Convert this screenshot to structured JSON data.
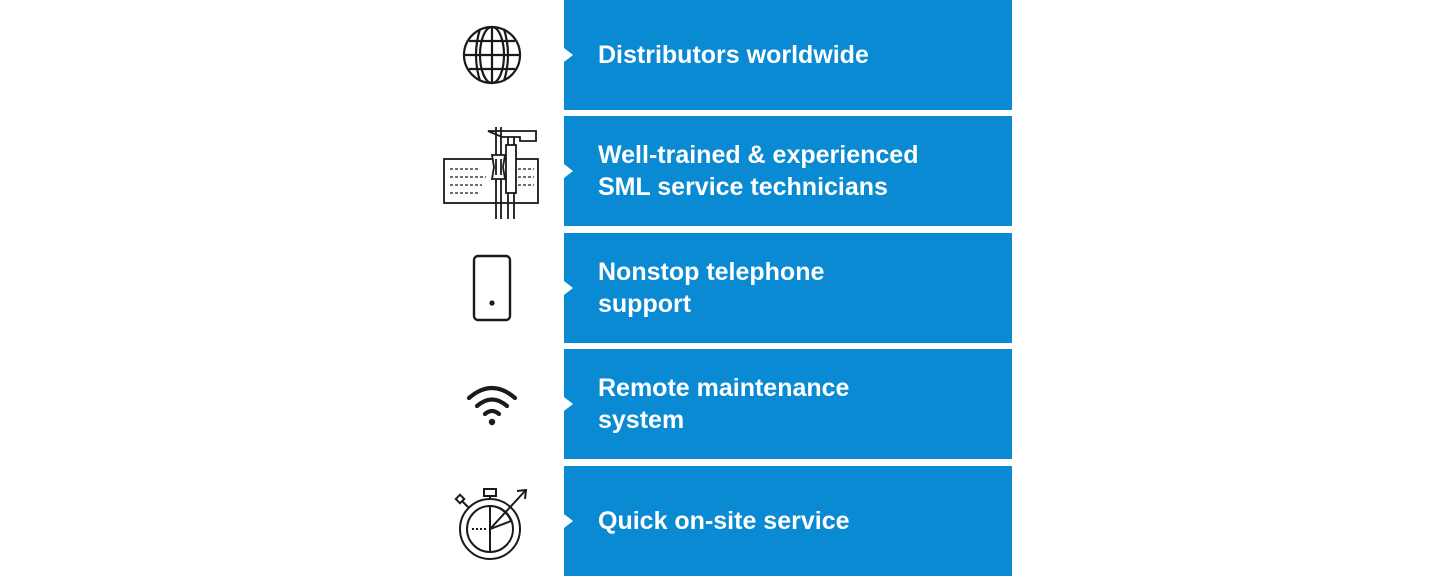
{
  "accent_color": "#0a8ad2",
  "items": [
    {
      "icon": "globe-icon",
      "lines": [
        "Distributors worldwide"
      ]
    },
    {
      "icon": "tools-keyboard-icon",
      "lines": [
        "Well-trained & experienced",
        "SML service technicians"
      ]
    },
    {
      "icon": "smartphone-icon",
      "lines": [
        "Nonstop telephone",
        "support"
      ]
    },
    {
      "icon": "wifi-icon",
      "lines": [
        "Remote maintenance",
        "system"
      ]
    },
    {
      "icon": "stopwatch-icon",
      "lines": [
        "Quick on-site service"
      ]
    }
  ]
}
